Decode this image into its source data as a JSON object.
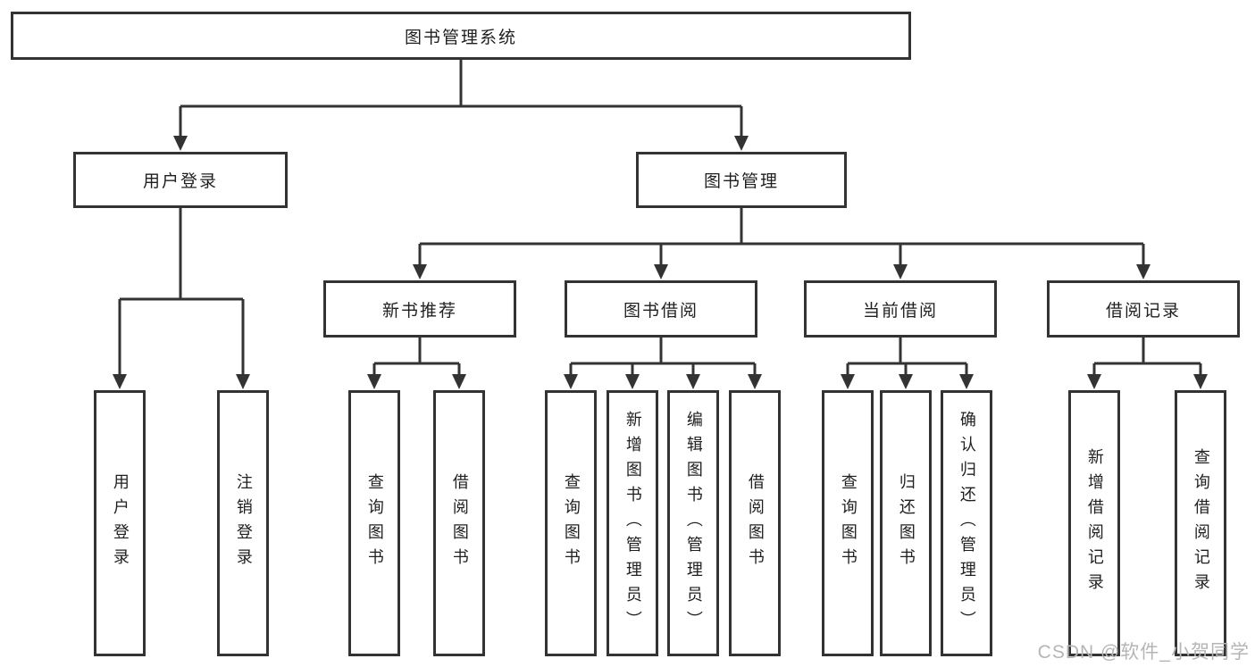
{
  "colors": {
    "background": "#ffffff",
    "line": "#333333",
    "box_border": "#333333",
    "box_fill": "#ffffff",
    "text": "#1f1f1f",
    "watermark": "#b5b5b5"
  },
  "watermark": {
    "text": "CSDN @软件_小贺同学"
  },
  "tree": {
    "label": "图书管理系统",
    "children": [
      {
        "label": "用户登录",
        "children": [
          {
            "label": "用户登录"
          },
          {
            "label": "注销登录"
          }
        ]
      },
      {
        "label": "图书管理",
        "children": [
          {
            "label": "新书推荐",
            "children": [
              {
                "label": "查询图书"
              },
              {
                "label": "借阅图书"
              }
            ]
          },
          {
            "label": "图书借阅",
            "children": [
              {
                "label": "查询图书"
              },
              {
                "label": "新增图书（管理员）"
              },
              {
                "label": "编辑图书（管理员）"
              },
              {
                "label": "借阅图书"
              }
            ]
          },
          {
            "label": "当前借阅",
            "children": [
              {
                "label": "查询图书"
              },
              {
                "label": "归还图书"
              },
              {
                "label": "确认归还（管理员）"
              }
            ]
          },
          {
            "label": "借阅记录",
            "children": [
              {
                "label": "新增借阅记录"
              },
              {
                "label": "查询借阅记录"
              }
            ]
          }
        ]
      }
    ]
  }
}
